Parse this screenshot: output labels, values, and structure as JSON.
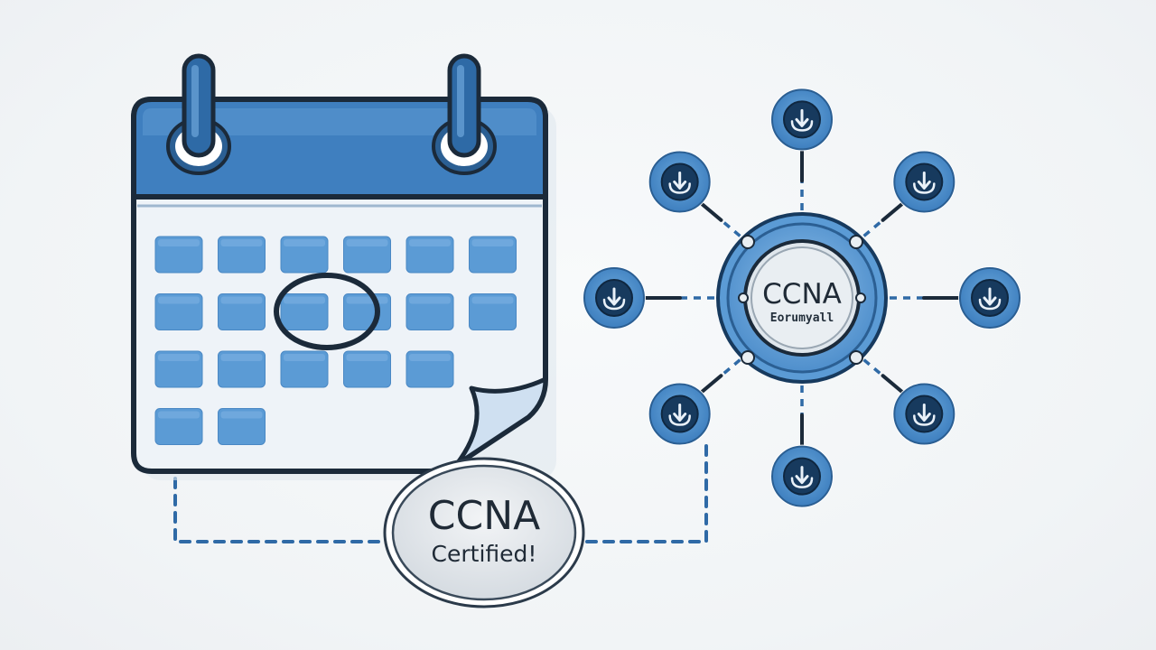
{
  "badge": {
    "line1": "CCNA",
    "line2": "Certified!"
  },
  "hub": {
    "line1": "CCNA",
    "line2": "Eorumyall"
  },
  "calendar": {
    "rows": [
      6,
      6,
      5,
      2
    ],
    "circled_cells": 2
  },
  "network": {
    "node_count": 8,
    "node_icon": "download-arrow-icon"
  },
  "colors": {
    "primary": "#3f7fbf",
    "dark": "#173a5e",
    "light": "#5b9bd5",
    "outline": "#1b2a3a",
    "background": "#f3f6f8"
  }
}
